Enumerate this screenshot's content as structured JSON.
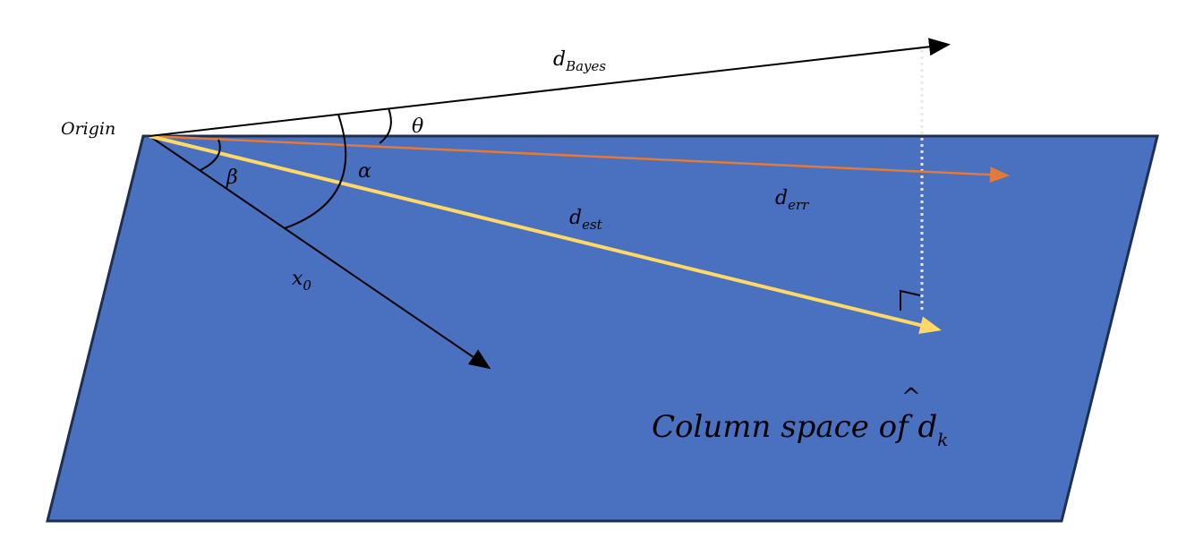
{
  "labels": {
    "origin": "Origin",
    "d_bayes": {
      "base": "d",
      "sub": "Bayes"
    },
    "theta": "θ",
    "alpha": "α",
    "beta": "β",
    "d_err": {
      "base": "d",
      "sub": "err"
    },
    "d_est": {
      "base": "d",
      "sub": "est"
    },
    "x0": {
      "base": "x",
      "sub": "0"
    },
    "plane": {
      "text": "Column space of ",
      "base": "d",
      "accent": "̂",
      "sub": "k"
    }
  },
  "colors": {
    "plane_fill": "#4a70c0",
    "plane_stroke": "#1f2f4f",
    "d_bayes": "#000000",
    "x0": "#000000",
    "d_est": "#ffd966",
    "d_err": "#e07b39",
    "projection_line": "#e8e8e8"
  }
}
